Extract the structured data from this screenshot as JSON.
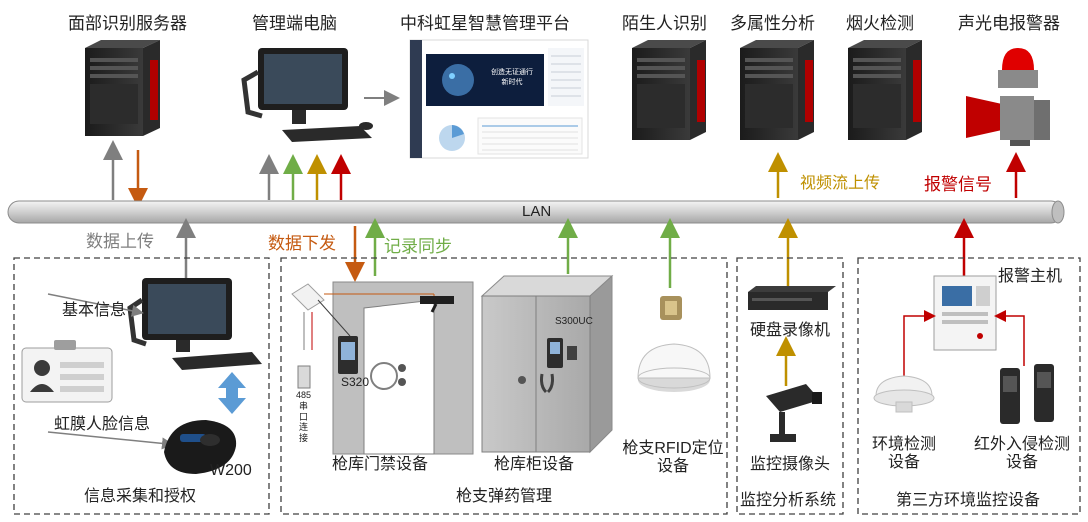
{
  "top_devices": {
    "face_server": "面部识别服务器",
    "admin_pc": "管理端电脑",
    "platform": "中科虹星智慧管理平台",
    "stranger": "陌生人识别",
    "multi_attr": "多属性分析",
    "fire": "烟火检测",
    "alarm": "声光电报警器"
  },
  "platform_screen": {
    "banner_line1": "创造无证通行",
    "banner_line2": "新时代"
  },
  "lan": "LAN",
  "flow_labels": {
    "data_upload": "数据上传",
    "data_issue": "数据下发",
    "record_sync": "记录同步",
    "video_upload": "视频流上传",
    "alarm_signal": "报警信号"
  },
  "groups": {
    "info": {
      "title": "信息采集和授权",
      "basic_info": "基本信息",
      "iris_face_info": "虹膜人脸信息",
      "device": "W200"
    },
    "armory": {
      "title": "枪支弹药管理",
      "door_device": "枪库门禁设备",
      "cabinet_device": "枪库柜设备",
      "rfid_device": "枪支RFID定位\n设备",
      "door_model": "S320",
      "cabinet_model": "S300UC",
      "serial_note": "485\n串\n口\n连\n接"
    },
    "monitor": {
      "title": "监控分析系统",
      "nvr": "硬盘录像机",
      "camera": "监控摄像头"
    },
    "third": {
      "title": "第三方环境监控设备",
      "host": "报警主机",
      "env": "环境检测\n设备",
      "ir": "红外入侵检测\n设备"
    }
  },
  "colors": {
    "gray": "#7f7f7f",
    "orange": "#c55a11",
    "green": "#70ad47",
    "gold": "#bf9000",
    "red": "#c00000",
    "blue": "#5b9bd5"
  }
}
